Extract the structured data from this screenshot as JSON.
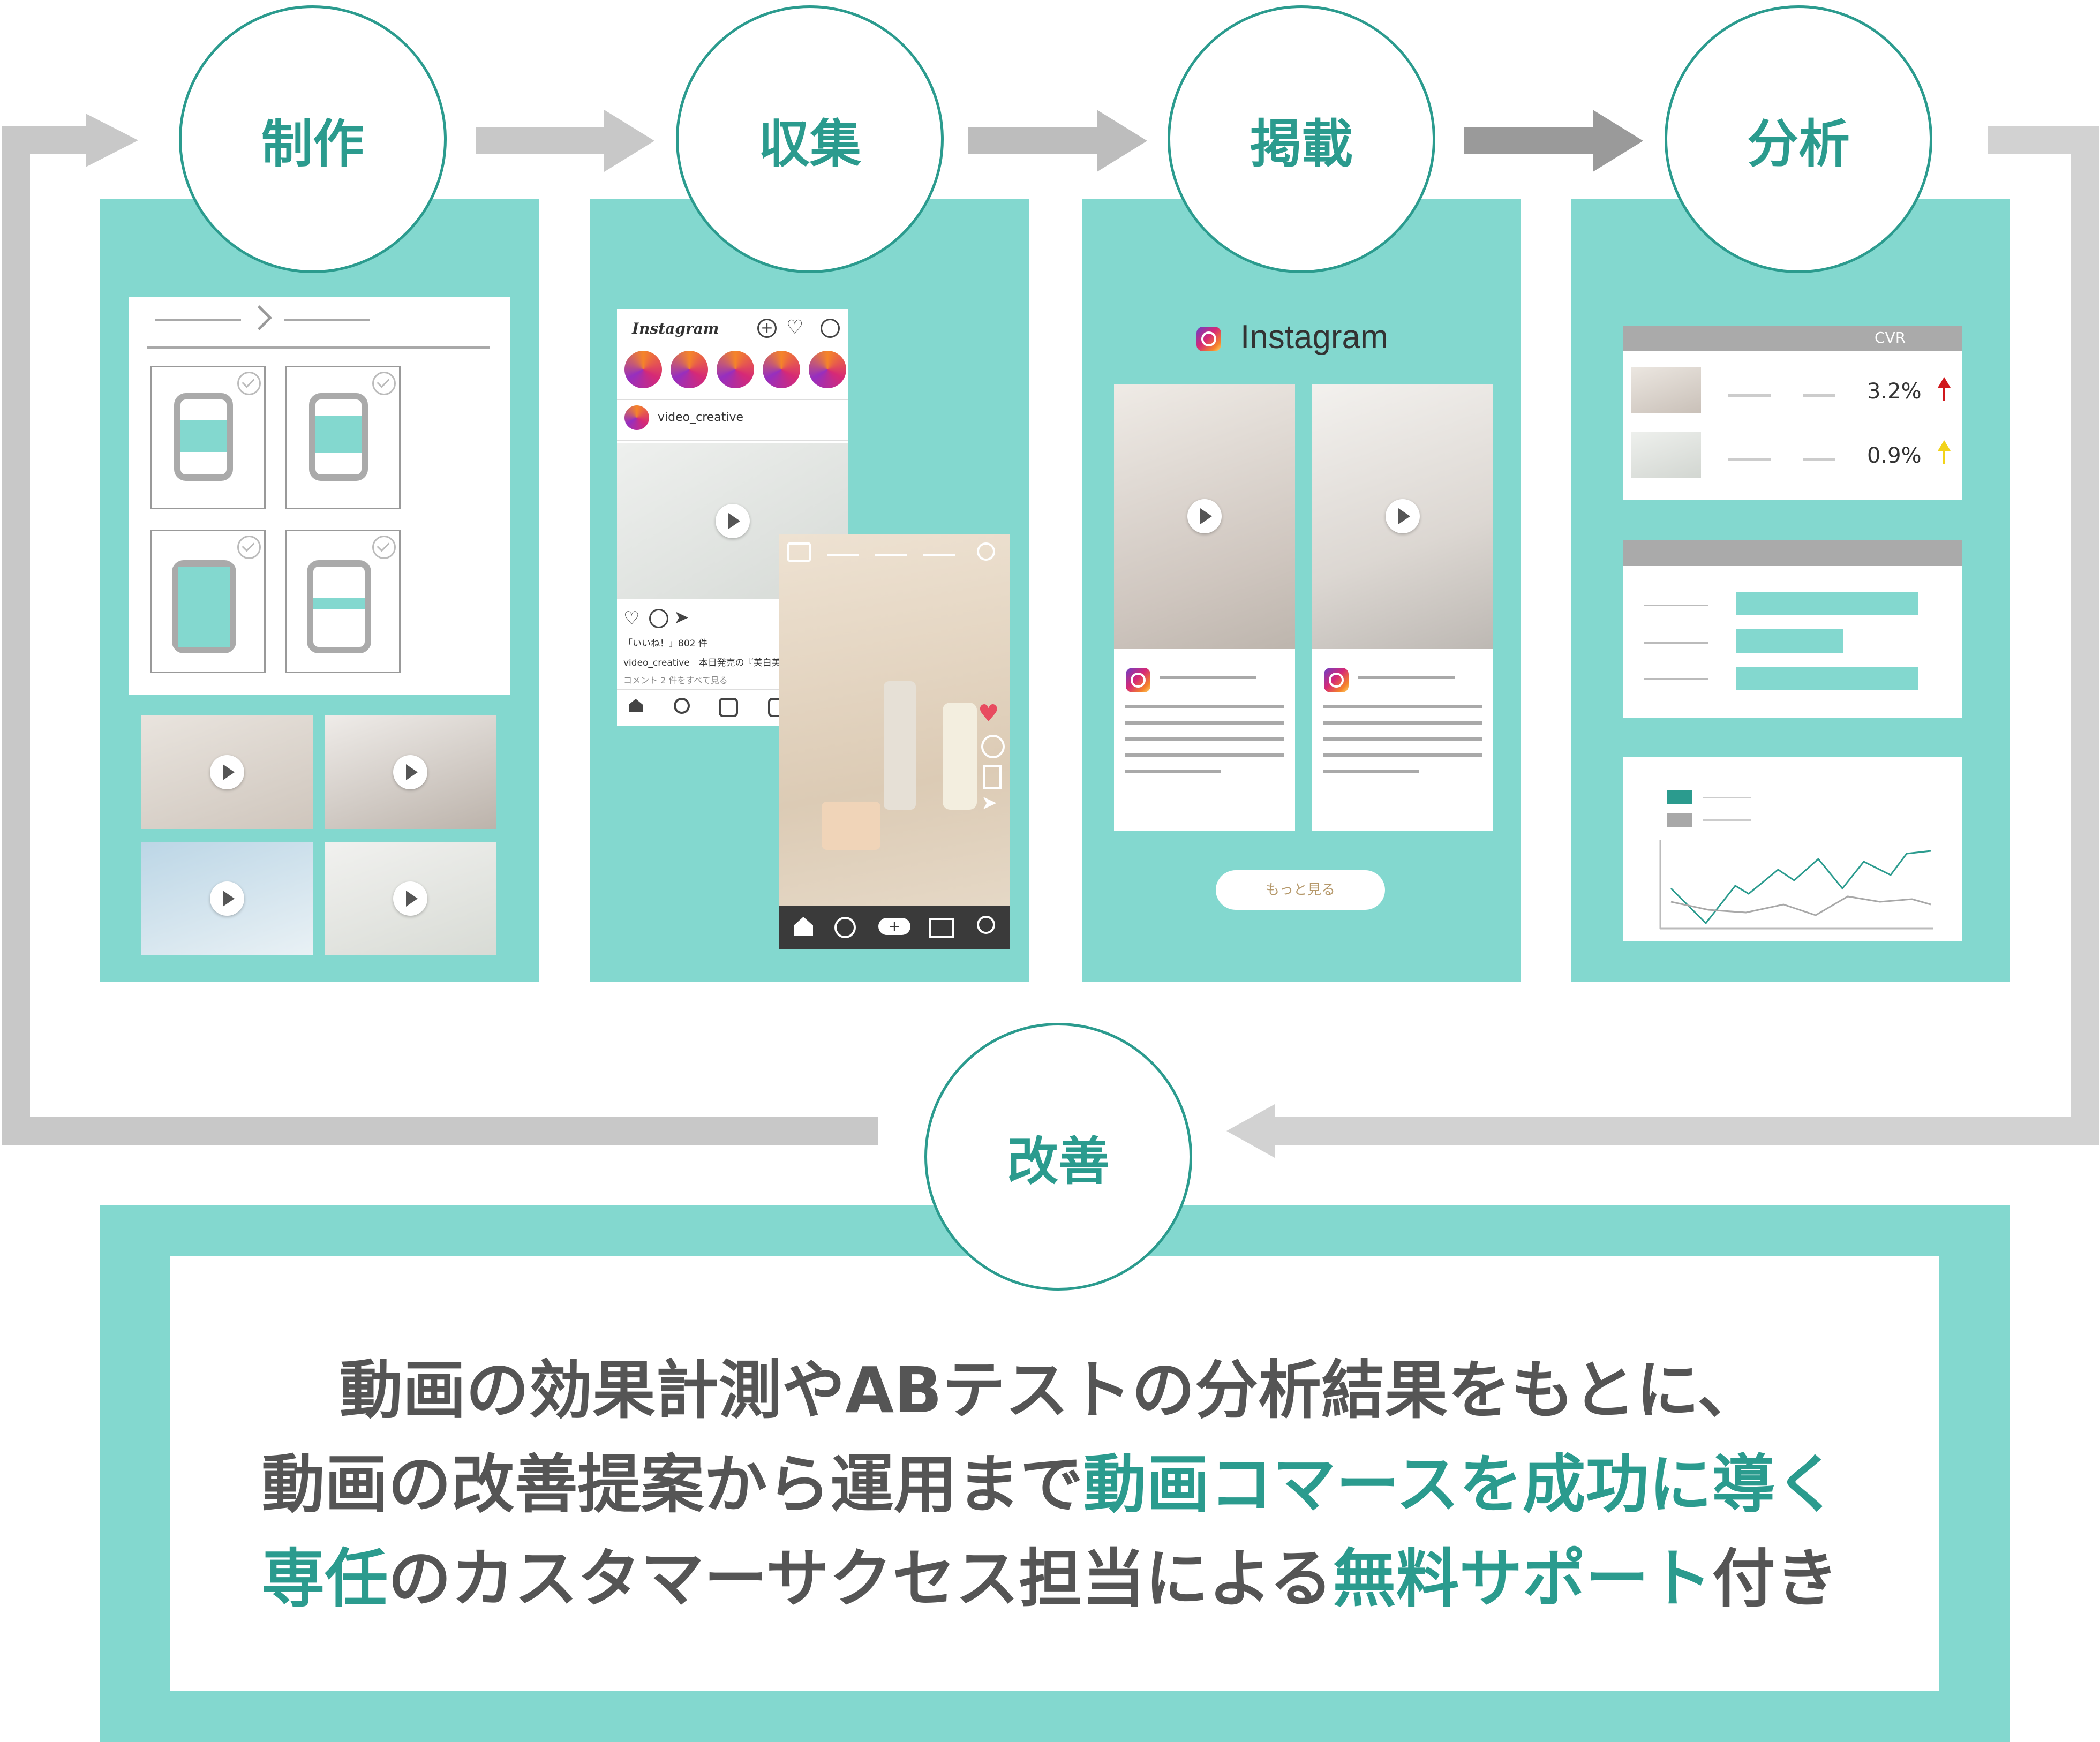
{
  "steps": [
    {
      "label": "制作"
    },
    {
      "label": "収集"
    },
    {
      "label": "掲載"
    },
    {
      "label": "分析"
    }
  ],
  "improve_label": "改善",
  "instagram_feed": {
    "header_logo": "Instagram",
    "account": "video_creative",
    "likes": "「いいね！」802 件",
    "caption": "video_creative　本日発売の『美白美容液』",
    "comments": "コメント 2 件をすべて見る"
  },
  "post_preview": {
    "title": "Instagram",
    "more_button": "もっと見る"
  },
  "analytics": {
    "column_header": "CVR",
    "rows": [
      {
        "value": "3.2%",
        "trend": "up-red"
      },
      {
        "value": "0.9%",
        "trend": "up-yellow"
      }
    ],
    "bars": [
      0.85,
      0.5,
      0.85
    ]
  },
  "message": {
    "line1": "動画の効果計測やABテストの分析結果をもとに、",
    "line2_a": "動画の改善提案から運用まで",
    "line2_b": "動画コマースを成功に導く",
    "line3_a": "専任",
    "line3_b": "のカスタマーサクセス担当による",
    "line3_c": "無料サポート",
    "line3_d": "付き"
  },
  "colors": {
    "teal_panel": "#83d8cf",
    "teal_text": "#2b9b8e",
    "arrow_gray": "#c8c8c8",
    "arrow_dark": "#9a9a9a",
    "trend_red": "#d0181c",
    "trend_yellow": "#f2d31a"
  },
  "icons": [
    "instagram-icon",
    "play-icon",
    "heart-icon",
    "comment-icon",
    "send-icon",
    "home-icon",
    "search-icon",
    "plus-icon",
    "check-icon",
    "arrow-up-icon"
  ]
}
